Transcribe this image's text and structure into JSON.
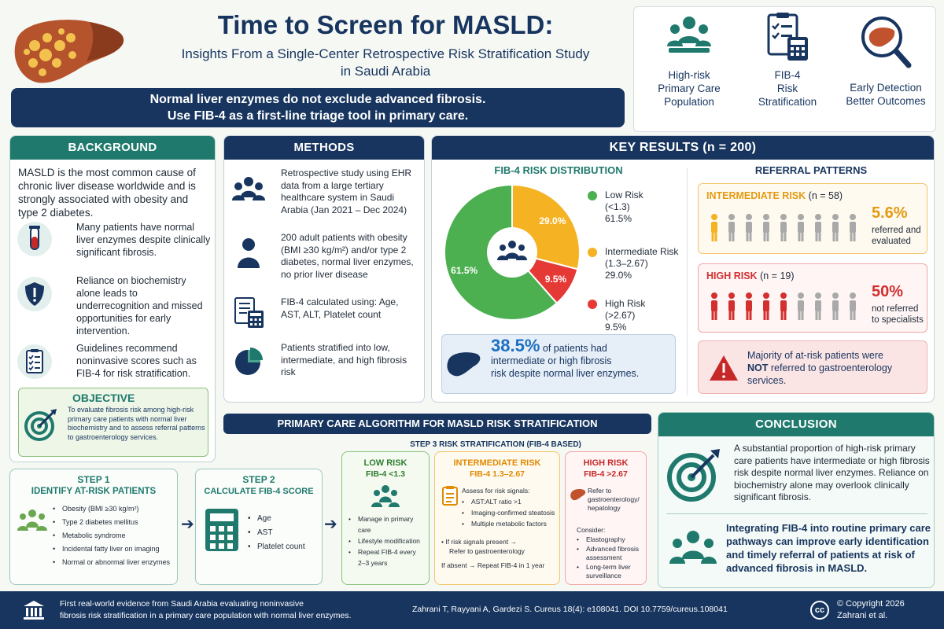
{
  "header": {
    "title": "Time to Screen for MASLD:",
    "subtitle_line1": "Insights From a Single-Center Retrospective Risk Stratification Study",
    "subtitle_line2": "in Saudi Arabia",
    "banner_line1": "Normal liver enzymes do not exclude advanced fibrosis.",
    "banner_line2": "Use FIB-4 as a first-line triage tool in primary care."
  },
  "highlights": [
    {
      "icon": "people-group-icon",
      "label": "High-risk\nPrimary Care\nPopulation"
    },
    {
      "icon": "calculator-checklist-icon",
      "label": "FIB-4\nRisk\nStratification"
    },
    {
      "icon": "liver-magnifier-icon",
      "label": "Early Detection\nBetter Outcomes"
    }
  ],
  "background": {
    "title": "BACKGROUND",
    "intro": "MASLD is the most common cause of chronic liver disease worldwide and is strongly associated with obesity and type 2 diabetes.",
    "points": [
      {
        "icon": "blood-tube-icon",
        "text": "Many patients have normal liver enzymes despite clinically significant fibrosis."
      },
      {
        "icon": "warning-shield-icon",
        "text": "Reliance on biochemistry alone leads to underrecognition and missed opportunities for early intervention."
      },
      {
        "icon": "checklist-icon",
        "text": "Guidelines recommend noninvasive scores such as FIB-4 for risk stratification."
      }
    ],
    "objective_title": "OBJECTIVE",
    "objective_text": "To evaluate fibrosis risk among high-risk primary care patients with normal liver biochemistry and to assess referral patterns to gastroenterology services."
  },
  "methods": {
    "title": "METHODS",
    "items": [
      {
        "icon": "people-icon",
        "text": "Retrospective study using EHR data from a large tertiary healthcare system in Saudi Arabia (Jan 2021 – Dec 2024)"
      },
      {
        "icon": "person-icon",
        "text": "200 adult patients with obesity (BMI ≥30 kg/m²) and/or type 2 diabetes, normal liver enzymes, no prior liver disease"
      },
      {
        "icon": "calculator-icon",
        "text": "FIB-4 calculated using: Age, AST, ALT, Platelet count"
      },
      {
        "icon": "pie-chart-icon",
        "text": "Patients stratified into low, intermediate, and high fibrosis risk"
      }
    ]
  },
  "results": {
    "title": "KEY RESULTS (n = 200)",
    "distribution_title": "FIB-4 RISK DISTRIBUTION",
    "legend": [
      {
        "name": "Low Risk",
        "range": "(<1.3)",
        "pct": "61.5%"
      },
      {
        "name": "Intermediate Risk",
        "range": "(1.3–2.67)",
        "pct": "29.0%"
      },
      {
        "name": "High Risk",
        "range": "(>2.67)",
        "pct": "9.5%"
      }
    ],
    "callout_pct": "38.5%",
    "callout_text1": " of patients had",
    "callout_text2": "intermediate or high fibrosis",
    "callout_text3": "risk despite normal liver enzymes.",
    "referral_title": "REFERRAL PATTERNS",
    "intermediate_label": "INTERMEDIATE RISK",
    "intermediate_n": "(n = 58)",
    "intermediate_pct": "5.6%",
    "intermediate_desc": "referred and\nevaluated",
    "high_label": "HIGH RISK",
    "high_n": "(n = 19)",
    "high_pct": "50%",
    "high_desc": "not referred\nto specialists",
    "warning_line1": "Majority of at-risk patients were",
    "warning_bold": "NOT",
    "warning_line2": " referred to gastroenterology",
    "warning_line3": "services."
  },
  "chart_data": {
    "type": "pie",
    "categories": [
      "Low Risk",
      "Intermediate Risk",
      "High Risk"
    ],
    "values": [
      61.5,
      29.0,
      9.5
    ],
    "labels": [
      "61.5%",
      "29.0%",
      "9.5%"
    ],
    "colors": [
      "#4caf50",
      "#f5b323",
      "#e53935"
    ]
  },
  "algorithm": {
    "title": "PRIMARY CARE ALGORITHM FOR MASLD RISK STRATIFICATION",
    "step1_title": "STEP 1",
    "step1_sub": "IDENTIFY AT-RISK PATIENTS",
    "step1_items": [
      "Obesity (BMI ≥30 kg/m²)",
      "Type 2 diabetes mellitus",
      "Metabolic syndrome",
      "Incidental fatty liver on imaging",
      "Normal or abnormal liver enzymes"
    ],
    "step2_title": "STEP 2",
    "step2_sub": "CALCULATE FIB-4 SCORE",
    "step2_items": [
      "Age",
      "AST",
      "Platelet count"
    ],
    "step3_title": "STEP 3  RISK STRATIFICATION (FIB-4 BASED)",
    "low_title": "LOW RISK",
    "low_range": "FIB-4 <1.3",
    "low_items": [
      "Manage in primary care",
      "Lifestyle modification",
      "Repeat FIB-4 every 2–3 years"
    ],
    "int_title": "INTERMEDIATE RISK",
    "int_range": "FIB-4 1.3–2.67",
    "int_assess": "Assess for risk signals:",
    "int_items": [
      "AST:ALT ratio >1",
      "Imaging-confirmed steatosis",
      "Multiple metabolic factors"
    ],
    "int_if1": "If risk signals present →",
    "int_if1b": "Refer to gastroenterology",
    "int_if2": "If absent → Repeat FIB-4 in 1 year",
    "high_title": "HIGH RISK",
    "high_range": "FIB-4 >2.67",
    "high_refer": "Refer to gastroenterology/ hepatology",
    "high_consider": "Consider:",
    "high_items": [
      "Elastography",
      "Advanced fibrosis assessment",
      "Long-term liver surveillance"
    ]
  },
  "conclusion": {
    "title": "CONCLUSION",
    "text1": "A substantial proportion of high-risk primary care patients have intermediate or high fibrosis risk despite normal liver enzymes. Reliance on biochemistry alone may overlook clinically significant fibrosis.",
    "text2": "Integrating FIB-4 into routine primary care pathways can improve early identification and timely referral of patients at risk of advanced fibrosis in MASLD."
  },
  "footer": {
    "left_line1": "First real-world evidence from Saudi Arabia evaluating noninvasive",
    "left_line2": "fibrosis risk stratification in a primary care population with normal liver enzymes.",
    "citation": "Zahrani T, Rayyani A, Gardezi S. Cureus 18(4): e108041. DOI 10.7759/cureus.108041",
    "cc": "cc",
    "copyright_line1": "© Copyright 2026",
    "copyright_line2": "Zahrani et al."
  },
  "colors": {
    "navy": "#17355f",
    "teal": "#1f7a6d",
    "green": "#4caf50",
    "orange": "#f5b323",
    "red": "#e53935"
  }
}
